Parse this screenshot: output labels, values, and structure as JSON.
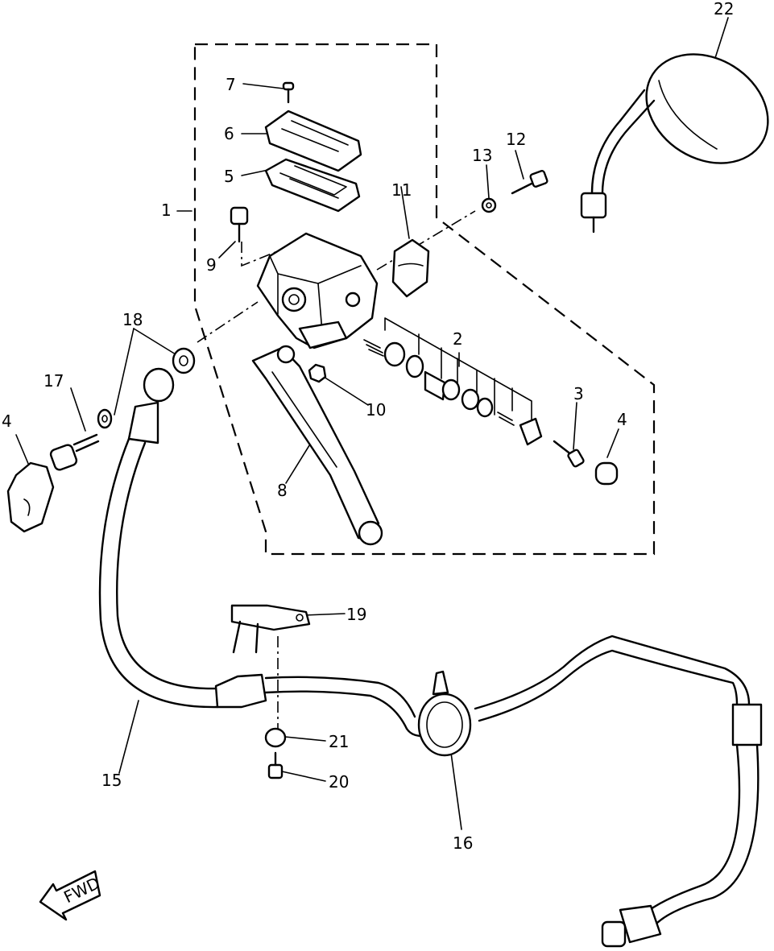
{
  "callouts": {
    "c1": "1",
    "c2": "2",
    "c3": "3",
    "c4a": "4",
    "c4b": "4",
    "c5": "5",
    "c6": "6",
    "c7": "7",
    "c8": "8",
    "c9": "9",
    "c10": "10",
    "c11": "11",
    "c12": "12",
    "c13": "13",
    "c15": "15",
    "c16": "16",
    "c17": "17",
    "c18": "18",
    "c19": "19",
    "c20": "20",
    "c21": "21",
    "c22": "22"
  },
  "fwd_label": "FWD"
}
